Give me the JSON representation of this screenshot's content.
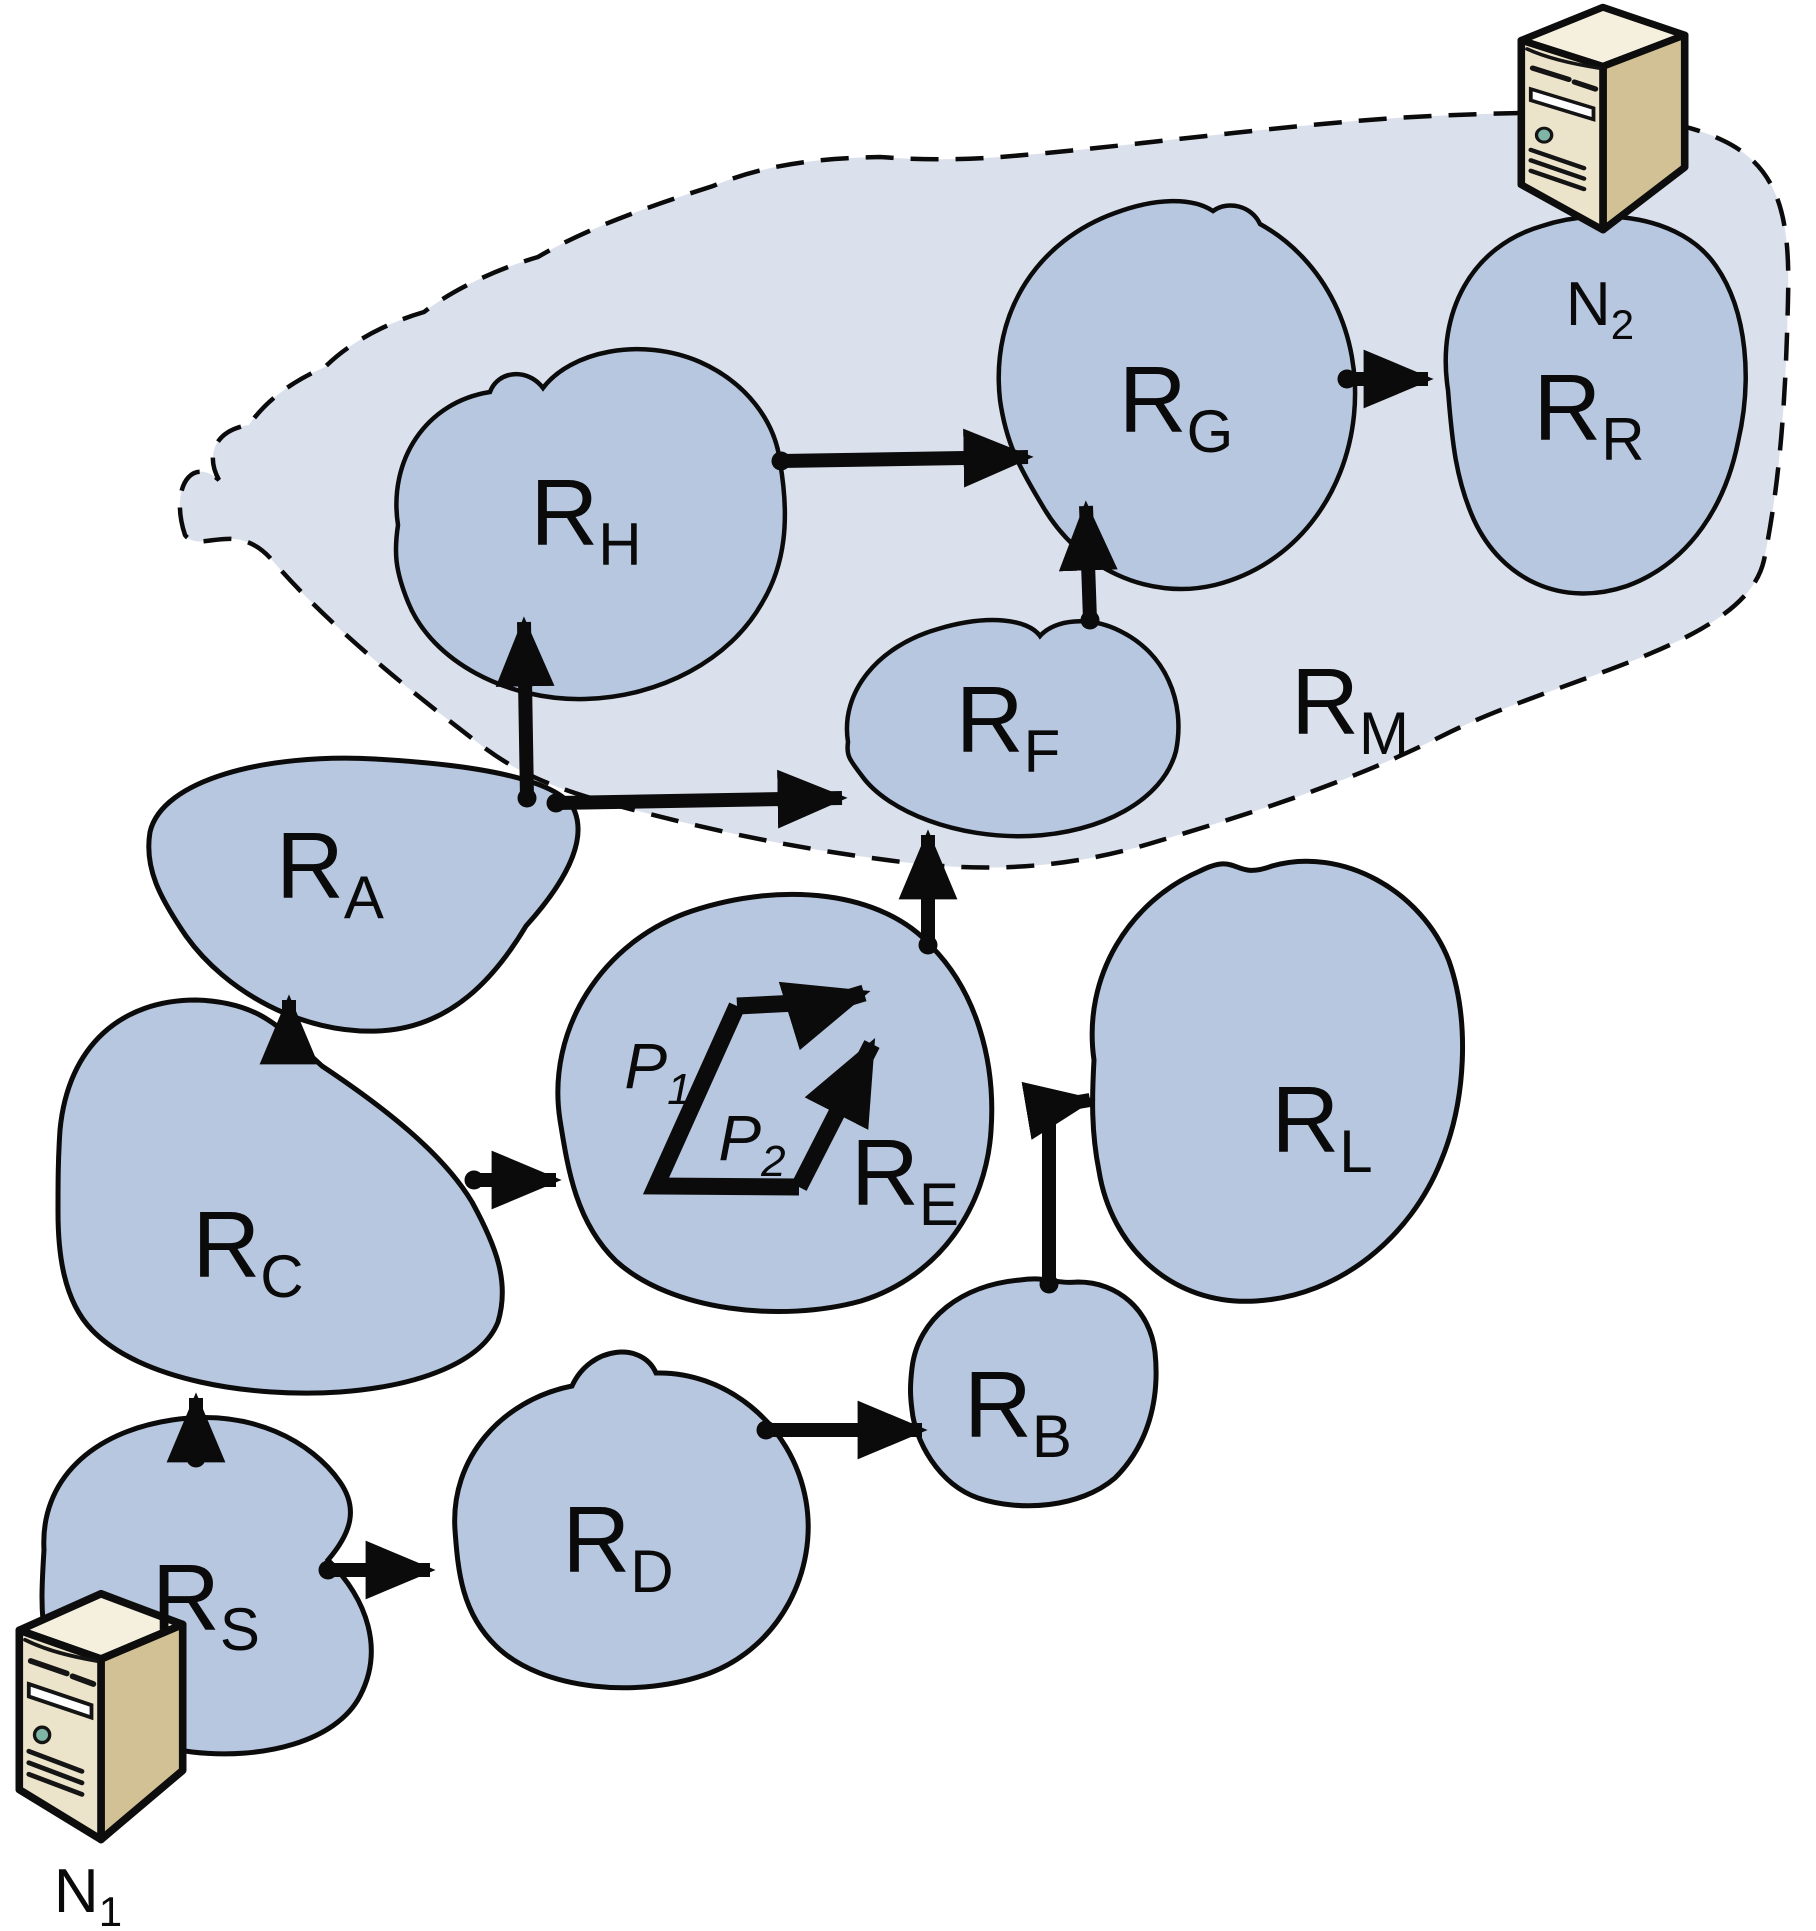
{
  "labels": {
    "regions": {
      "rs": {
        "main": "R",
        "sub": "S"
      },
      "rc": {
        "main": "R",
        "sub": "C"
      },
      "ra": {
        "main": "R",
        "sub": "A"
      },
      "rd": {
        "main": "R",
        "sub": "D"
      },
      "rb": {
        "main": "R",
        "sub": "B"
      },
      "re": {
        "main": "R",
        "sub": "E"
      },
      "rl": {
        "main": "R",
        "sub": "L"
      },
      "rf": {
        "main": "R",
        "sub": "F"
      },
      "rh": {
        "main": "R",
        "sub": "H"
      },
      "rg": {
        "main": "R",
        "sub": "G"
      },
      "rr": {
        "main": "R",
        "sub": "R"
      },
      "rm": {
        "main": "R",
        "sub": "M"
      }
    },
    "nodes": {
      "n1": {
        "main": "N",
        "sub": "1"
      },
      "n2": {
        "main": "N",
        "sub": "2"
      }
    },
    "packets": {
      "p1": {
        "main": "P",
        "sub": "1"
      },
      "p2": {
        "main": "P",
        "sub": "2"
      }
    }
  },
  "edges": [
    {
      "from": "R_S",
      "to": "R_C"
    },
    {
      "from": "R_S",
      "to": "R_D"
    },
    {
      "from": "R_C",
      "to": "R_A"
    },
    {
      "from": "R_C",
      "to": "R_E"
    },
    {
      "from": "R_D",
      "to": "R_B"
    },
    {
      "from": "R_B",
      "to": "R_L"
    },
    {
      "from": "R_A",
      "to": "R_H"
    },
    {
      "from": "R_A",
      "to": "R_F"
    },
    {
      "from": "R_E",
      "to": "R_F"
    },
    {
      "from": "R_F",
      "to": "R_G"
    },
    {
      "from": "R_H",
      "to": "R_G"
    },
    {
      "from": "R_G",
      "to": "R_R"
    }
  ],
  "containment": {
    "R_M": [
      "R_H",
      "R_F",
      "R_G",
      "R_R"
    ]
  },
  "attachments": {
    "N_1": "R_S",
    "N_2": "R_R",
    "packets_inside": {
      "region": "R_E",
      "packets": [
        "P_1",
        "P_2"
      ]
    }
  },
  "colors": {
    "region_fill": "#b7c7e0",
    "domain_fill": "#dbe1ec",
    "line": "#0b0b0b",
    "server_top": "#f5f0de",
    "server_front": "#ece4ca",
    "server_side": "#d2c194",
    "server_led": "#7fb5a5"
  }
}
